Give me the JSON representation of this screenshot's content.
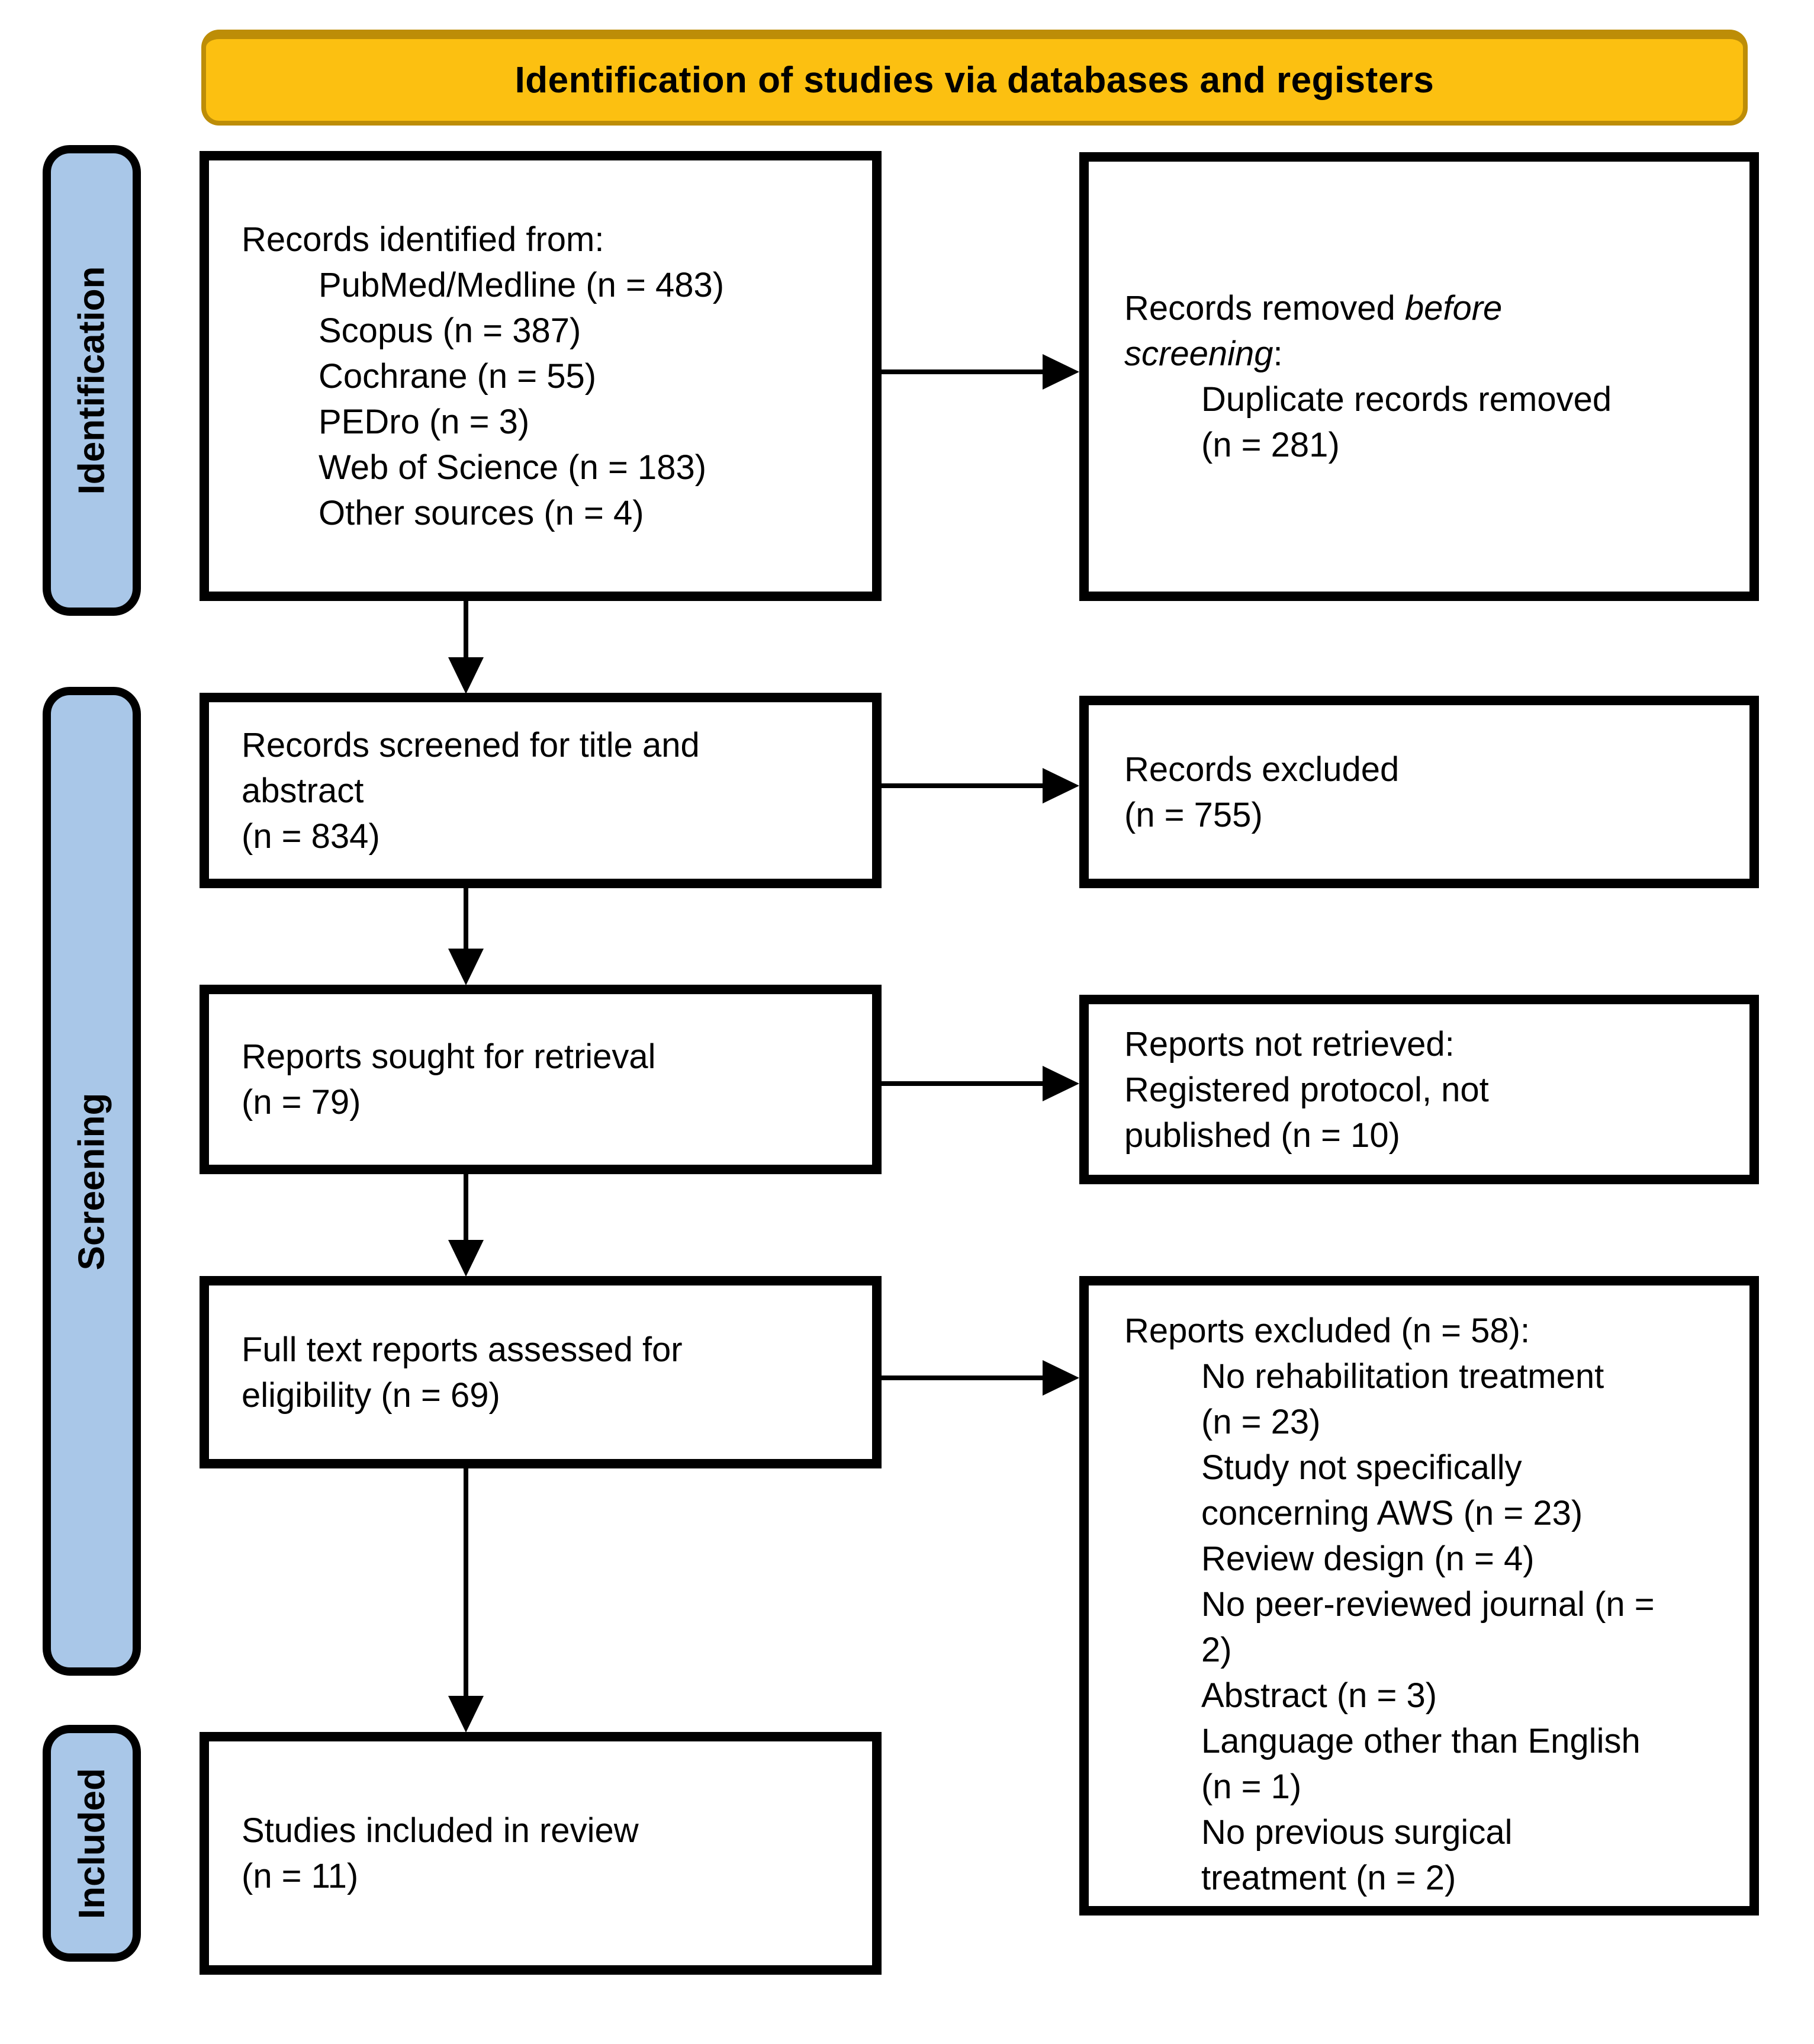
{
  "banner": {
    "title": "Identification of studies via databases and registers"
  },
  "sidebar": {
    "identification": "Identification",
    "screening": "Screening",
    "included": "Included"
  },
  "flow": {
    "identified": {
      "title": "Records identified from:",
      "items": [
        "PubMed/Medline (n = 483)",
        "Scopus (n = 387)",
        "Cochrane (n = 55)",
        "PEDro (n = 3)",
        "Web of Science (n = 183)",
        "Other sources (n = 4)"
      ]
    },
    "screened": {
      "lines": [
        "Records screened for title and",
        "abstract",
        "(n = 834)"
      ]
    },
    "sought": {
      "lines": [
        "Reports sought for retrieval",
        "(n = 79)"
      ]
    },
    "assessed": {
      "lines": [
        "Full text reports assessed for",
        "eligibility (n = 69)"
      ]
    },
    "included": {
      "lines": [
        "Studies included in review",
        "(n = 11)"
      ]
    }
  },
  "exclusions": {
    "removed": {
      "prefix": "Records removed ",
      "emphasis_line1": "before",
      "emphasis_line2": "screening",
      "suffix": ":",
      "details": [
        "Duplicate records removed",
        "(n = 281)"
      ]
    },
    "records_excluded": {
      "lines": [
        "Records excluded",
        "(n = 755)"
      ]
    },
    "not_retrieved": {
      "lines": [
        "Reports not retrieved:",
        "Registered protocol, not",
        "published (n = 10)"
      ]
    },
    "reports_excluded": {
      "title": "Reports excluded (n = 58):",
      "items": [
        {
          "lines": [
            "No rehabilitation treatment",
            "(n = 23)"
          ]
        },
        {
          "lines": [
            "Study not specifically",
            "concerning AWS (n = 23)"
          ]
        },
        {
          "lines": [
            "Review design (n = 4)"
          ]
        },
        {
          "lines": [
            "No peer-reviewed journal (n =",
            "2)"
          ]
        },
        {
          "lines": [
            "Abstract (n = 3)"
          ]
        },
        {
          "lines": [
            "Language other than English",
            "(n = 1)"
          ]
        },
        {
          "lines": [
            "No previous surgical",
            "treatment (n = 2)"
          ]
        }
      ]
    }
  },
  "colors": {
    "banner_fill": "#FCC011",
    "banner_border": "#BD8D07",
    "sidebar_fill": "#A9C7E8",
    "line": "#000000"
  }
}
